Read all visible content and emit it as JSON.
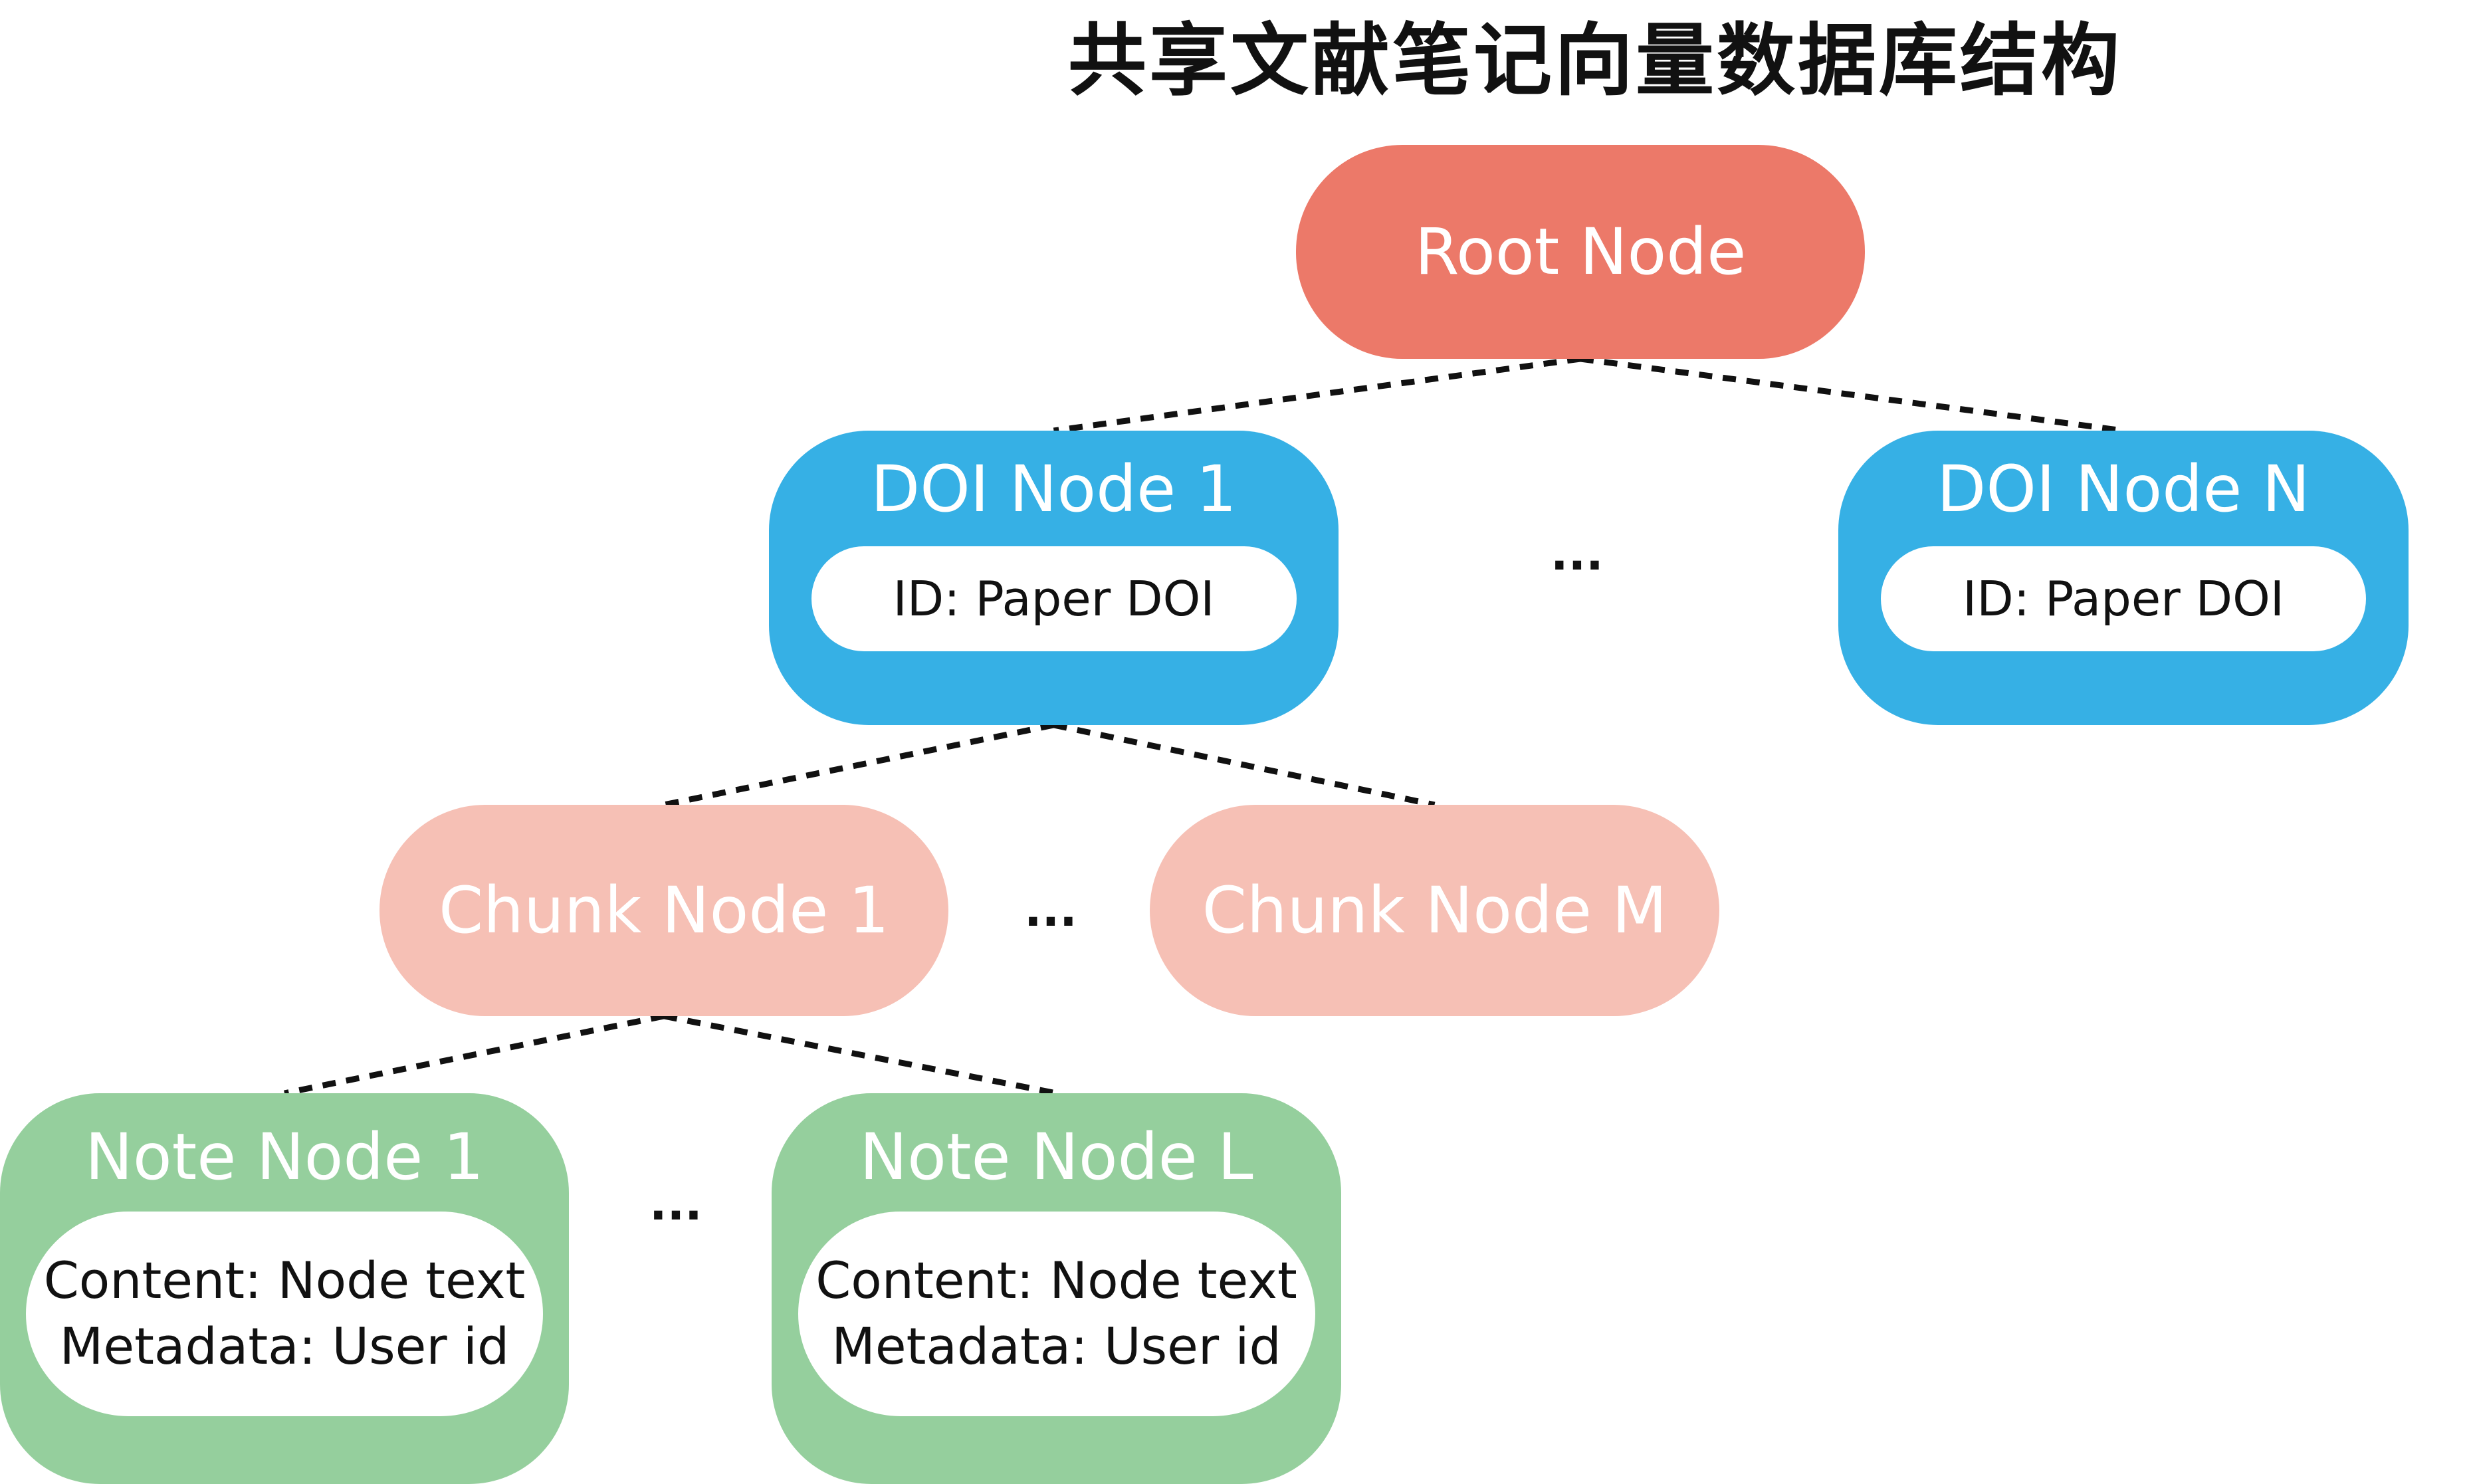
{
  "title": "共享文献笔记向量数据库结构",
  "colors": {
    "root": "#ec7969",
    "doi": "#36b0e5",
    "chunk": "#f6c0b5",
    "note": "#95cf9d",
    "inner": "#ffffff",
    "edge": "#111111"
  },
  "root": {
    "label": "Root Node"
  },
  "doi_nodes": [
    {
      "label": "DOI Node 1",
      "id_text": "ID: Paper DOI"
    },
    {
      "label": "DOI Node N",
      "id_text": "ID: Paper DOI"
    }
  ],
  "chunk_nodes": [
    {
      "label": "Chunk Node 1"
    },
    {
      "label": "Chunk Node M"
    }
  ],
  "note_nodes": [
    {
      "label": "Note Node 1",
      "content": "Content: Node text",
      "metadata": "Metadata: User id"
    },
    {
      "label": "Note Node L",
      "content": "Content: Node text",
      "metadata": "Metadata: User id"
    }
  ],
  "ellipsis": "...",
  "edges": [
    [
      "root",
      "doi-1"
    ],
    [
      "root",
      "doi-n"
    ],
    [
      "doi-1",
      "chunk-1"
    ],
    [
      "doi-1",
      "chunk-m"
    ],
    [
      "chunk-1",
      "note-1"
    ],
    [
      "chunk-1",
      "note-l"
    ]
  ]
}
